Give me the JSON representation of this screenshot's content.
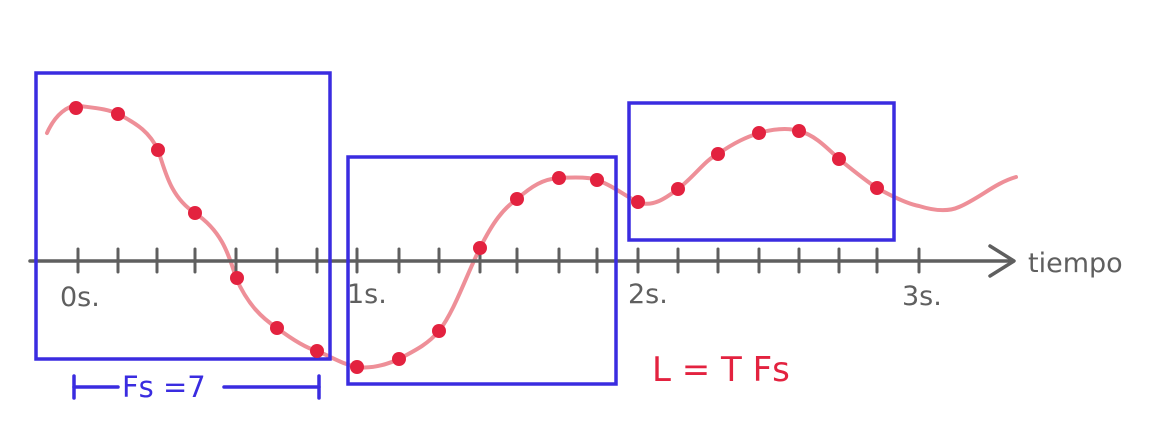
{
  "axis": {
    "label": "tiempo",
    "tick_labels": [
      "0s.",
      "1s.",
      "2s.",
      "3s."
    ]
  },
  "annotations": {
    "frame_size": "Fs =7",
    "formula": "L = T Fs"
  },
  "colors": {
    "axis": "#5f5f5f",
    "frame": "#3a2ce0",
    "signal": "#ee8f98",
    "sample": "#e3223f"
  }
}
